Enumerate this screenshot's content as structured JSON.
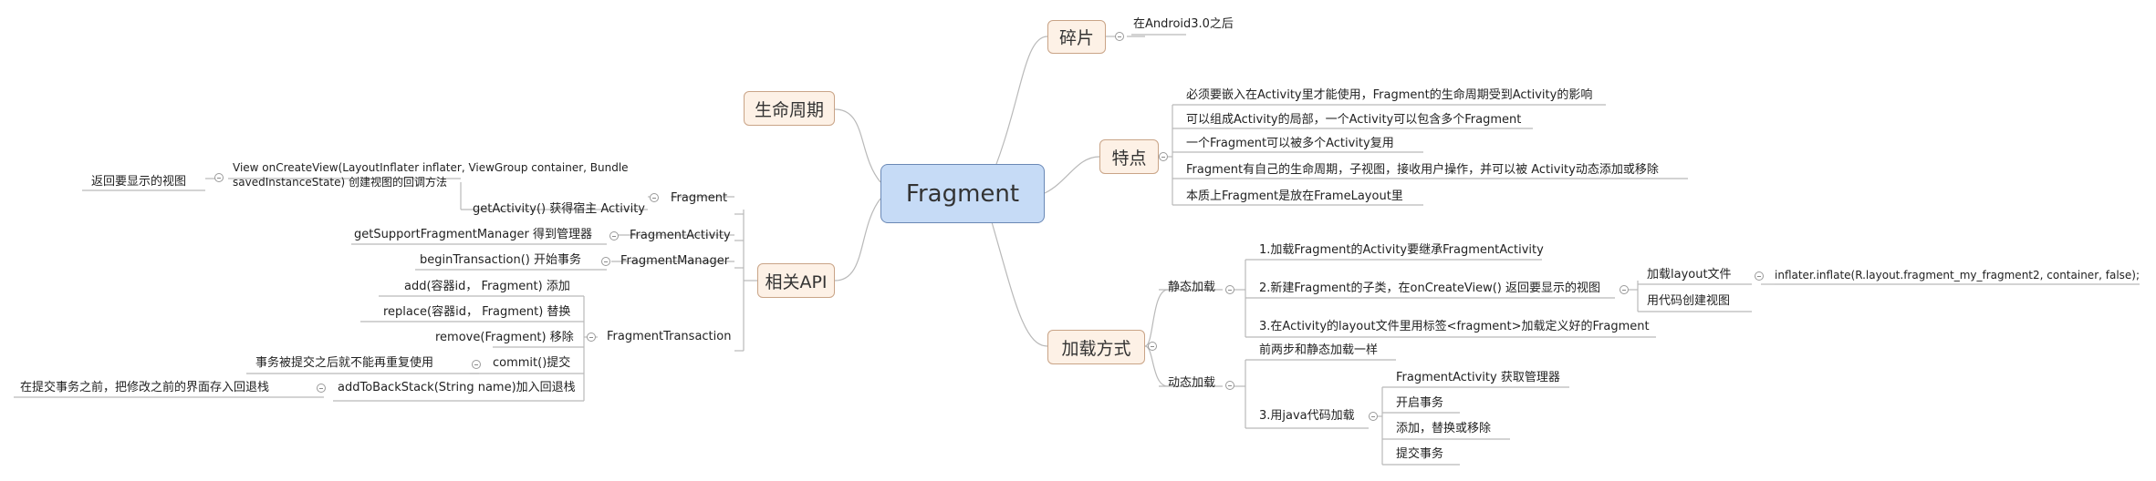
{
  "root": "Fragment",
  "right": {
    "suipian": {
      "label": "碎片",
      "child": "在Android3.0之后"
    },
    "tedian": {
      "label": "特点",
      "items": [
        "必须要嵌入在Activity里才能使用，Fragment的生命周期受到Activity的影响",
        "可以组成Activity的局部，一个Activity可以包含多个Fragment",
        "一个Fragment可以被多个Activity复用",
        "Fragment有自己的生命周期，子视图，接收用户操作，并可以被 Activity动态添加或移除",
        "本质上Fragment是放在FrameLayout里"
      ]
    },
    "jiazai": {
      "label": "加载方式",
      "static": {
        "label": "静态加载",
        "step1": "1.加载Fragment的Activity要继承FragmentActivity",
        "step2": "2.新建Fragment的子类，在onCreateView() 返回要显示的视图",
        "step2_a": "加载layout文件",
        "step2_a_child": "inflater.inflate(R.layout.fragment_my_fragment2, container, false);",
        "step2_b": "用代码创建视图",
        "step3": "3.在Activity的layout文件里用标签<fragment>加载定义好的Fragment"
      },
      "dynamic": {
        "label": "动态加载",
        "first": "前两步和静态加载一样",
        "step3": "3.用java代码加载",
        "step3_items": [
          "FragmentActivity  获取管理器",
          "开启事务",
          "添加，替换或移除",
          "提交事务"
        ]
      }
    }
  },
  "left": {
    "lifecycle": {
      "label": "生命周期"
    },
    "api": {
      "label": "相关API",
      "fragment": {
        "label": "Fragment",
        "on_create_view": "View onCreateView(LayoutInflater inflater, ViewGroup container, Bundle savedInstanceState)  创建视图的回调方法",
        "on_create_view_note": "返回要显示的视图",
        "get_activity": "getActivity() 获得宿主 Activity"
      },
      "fragment_activity": {
        "label": "FragmentActivity",
        "get_manager": "getSupportFragmentManager  得到管理器"
      },
      "fragment_manager": {
        "label": "FragmentManager",
        "begin": "beginTransaction()  开始事务"
      },
      "fragment_transaction": {
        "label": "FragmentTransaction",
        "add": "add(容器id， Fragment) 添加",
        "replace": "replace(容器id， Fragment) 替换",
        "remove": "remove(Fragment) 移除",
        "commit": "commit()提交",
        "commit_note": "事务被提交之后就不能再重复使用",
        "back_stack": "addToBackStack(String name)加入回退栈",
        "back_stack_note": "在提交事务之前，把修改之前的界面存入回退栈"
      }
    }
  }
}
